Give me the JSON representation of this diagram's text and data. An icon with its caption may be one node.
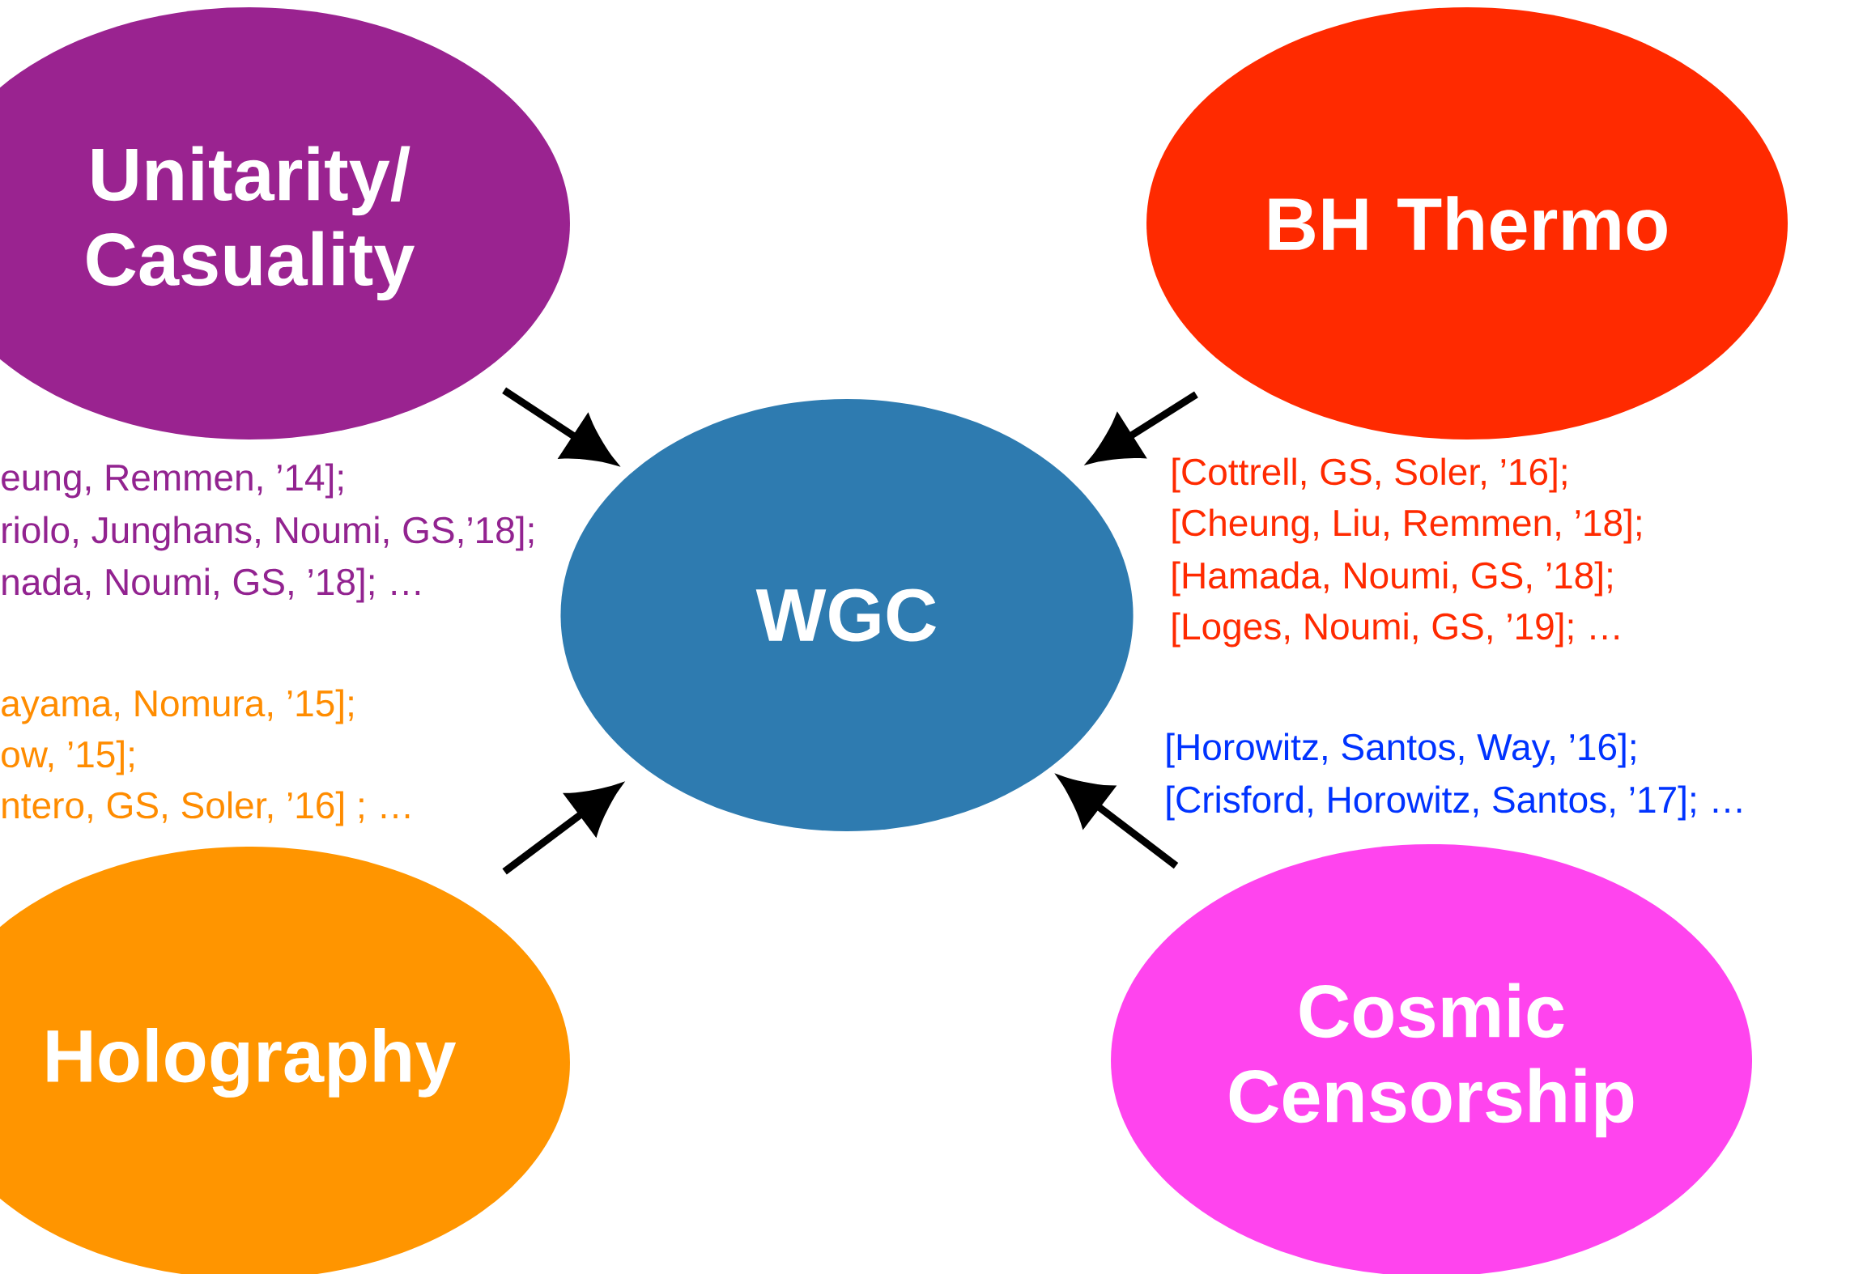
{
  "diagram": {
    "nodes": [
      {
        "text": [
          "Unitarity/ Casuality"
        ]
      },
      {
        "text": [
          "BH Thermo"
        ]
      },
      {
        "text": [
          "WGC"
        ]
      },
      {
        "text": [
          "Holography"
        ]
      },
      {
        "text": [
          "Cosmic Censorship"
        ]
      }
    ],
    "edges": [
      {
        "from": 0,
        "to": 2,
        "arrow": "to"
      },
      {
        "from": 1,
        "to": 2,
        "arrow": "to"
      },
      {
        "from": 3,
        "to": 2,
        "arrow": "to"
      },
      {
        "from": 4,
        "to": 2,
        "arrow": "to"
      }
    ],
    "labels": [
      "eung, Remmen, ’14];",
      "riolo, Junghans, Noumi, GS,’18];",
      "nada, Noumi, GS, ’18]; …",
      "[Cottrell, GS, Soler, ’16];",
      "[Cheung, Liu, Remmen, ’18];",
      "[Hamada, Noumi, GS, ’18];",
      "[Loges, Noumi, GS, ’19]; …",
      "ayama, Nomura, ’15];",
      "ow, ’15];",
      "ntero, GS, Soler, ’16] ; …",
      "[Horowitz, Santos, Way, ’16];",
      "[Crisford, Horowitz, Santos, ’17]; …"
    ]
  }
}
